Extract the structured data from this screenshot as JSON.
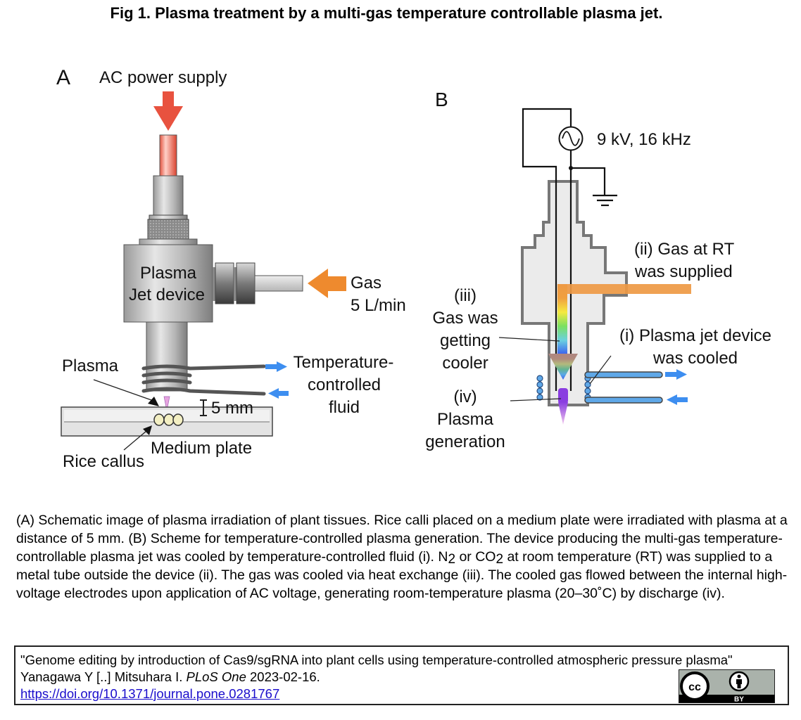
{
  "figure": {
    "title": "Fig 1. Plasma treatment by a multi-gas temperature controllable plasma jet.",
    "panel_a": {
      "label": "A",
      "ac_power": "AC power supply",
      "device_line1": "Plasma",
      "device_line2": "Jet device",
      "gas_line1": "Gas",
      "gas_line2": "5 L/min",
      "plasma": "Plasma",
      "fluid_line1": "Temperature-",
      "fluid_line2": "controlled",
      "fluid_line3": "fluid",
      "distance": "5 mm",
      "medium_plate": "Medium plate",
      "rice_callus": "Rice callus"
    },
    "panel_b": {
      "label": "B",
      "voltage": "9 kV, 16 kHz",
      "ii_line1": "(ii) Gas at RT",
      "ii_line2": "was supplied",
      "iii_line1": "(iii)",
      "iii_line2": "Gas was",
      "iii_line3": "getting",
      "iii_line4": "cooler",
      "i_line1": "(i) Plasma jet device",
      "i_line2": "was cooled",
      "iv_line1": "(iv)",
      "iv_line2": "Plasma",
      "iv_line3": "generation"
    },
    "colors": {
      "power_arrow": "#e8523f",
      "gas_arrow": "#ee8a2e",
      "fluid_arrow": "#3d8ef0",
      "plasma": "#9b4de0"
    }
  },
  "caption": {
    "p1": "(A) Schematic image of plasma irradiation of plant tissues. Rice calli placed on a medium plate were irradiated with plasma at a distance of 5 mm. (B) Scheme for temperature-controlled plasma generation. The device producing the multi-gas temperature-controllable plasma jet was cooled by temperature-controlled fluid (i). N",
    "sub1": "2",
    "p2": " or CO",
    "sub2": "2",
    "p3": " at room temperature (RT) was supplied to a metal tube outside the device (ii). The gas was cooled via heat exchange (iii). The cooled gas flowed between the internal high- voltage electrodes upon application of AC voltage, generating room-temperature plasma (20–30˚C) by discharge (iv)."
  },
  "reference": {
    "title": "\"Genome editing by introduction of Cas9/sgRNA into plant cells using temperature-controlled atmospheric pressure plasma\"",
    "authors": "Yanagawa Y [..] Mitsuhara I. ",
    "journal": "PLoS One",
    "date": " 2023-02-16.",
    "doi": "https://doi.org/10.1371/journal.pone.0281767",
    "license_cc": "cc",
    "license_by": "BY"
  }
}
